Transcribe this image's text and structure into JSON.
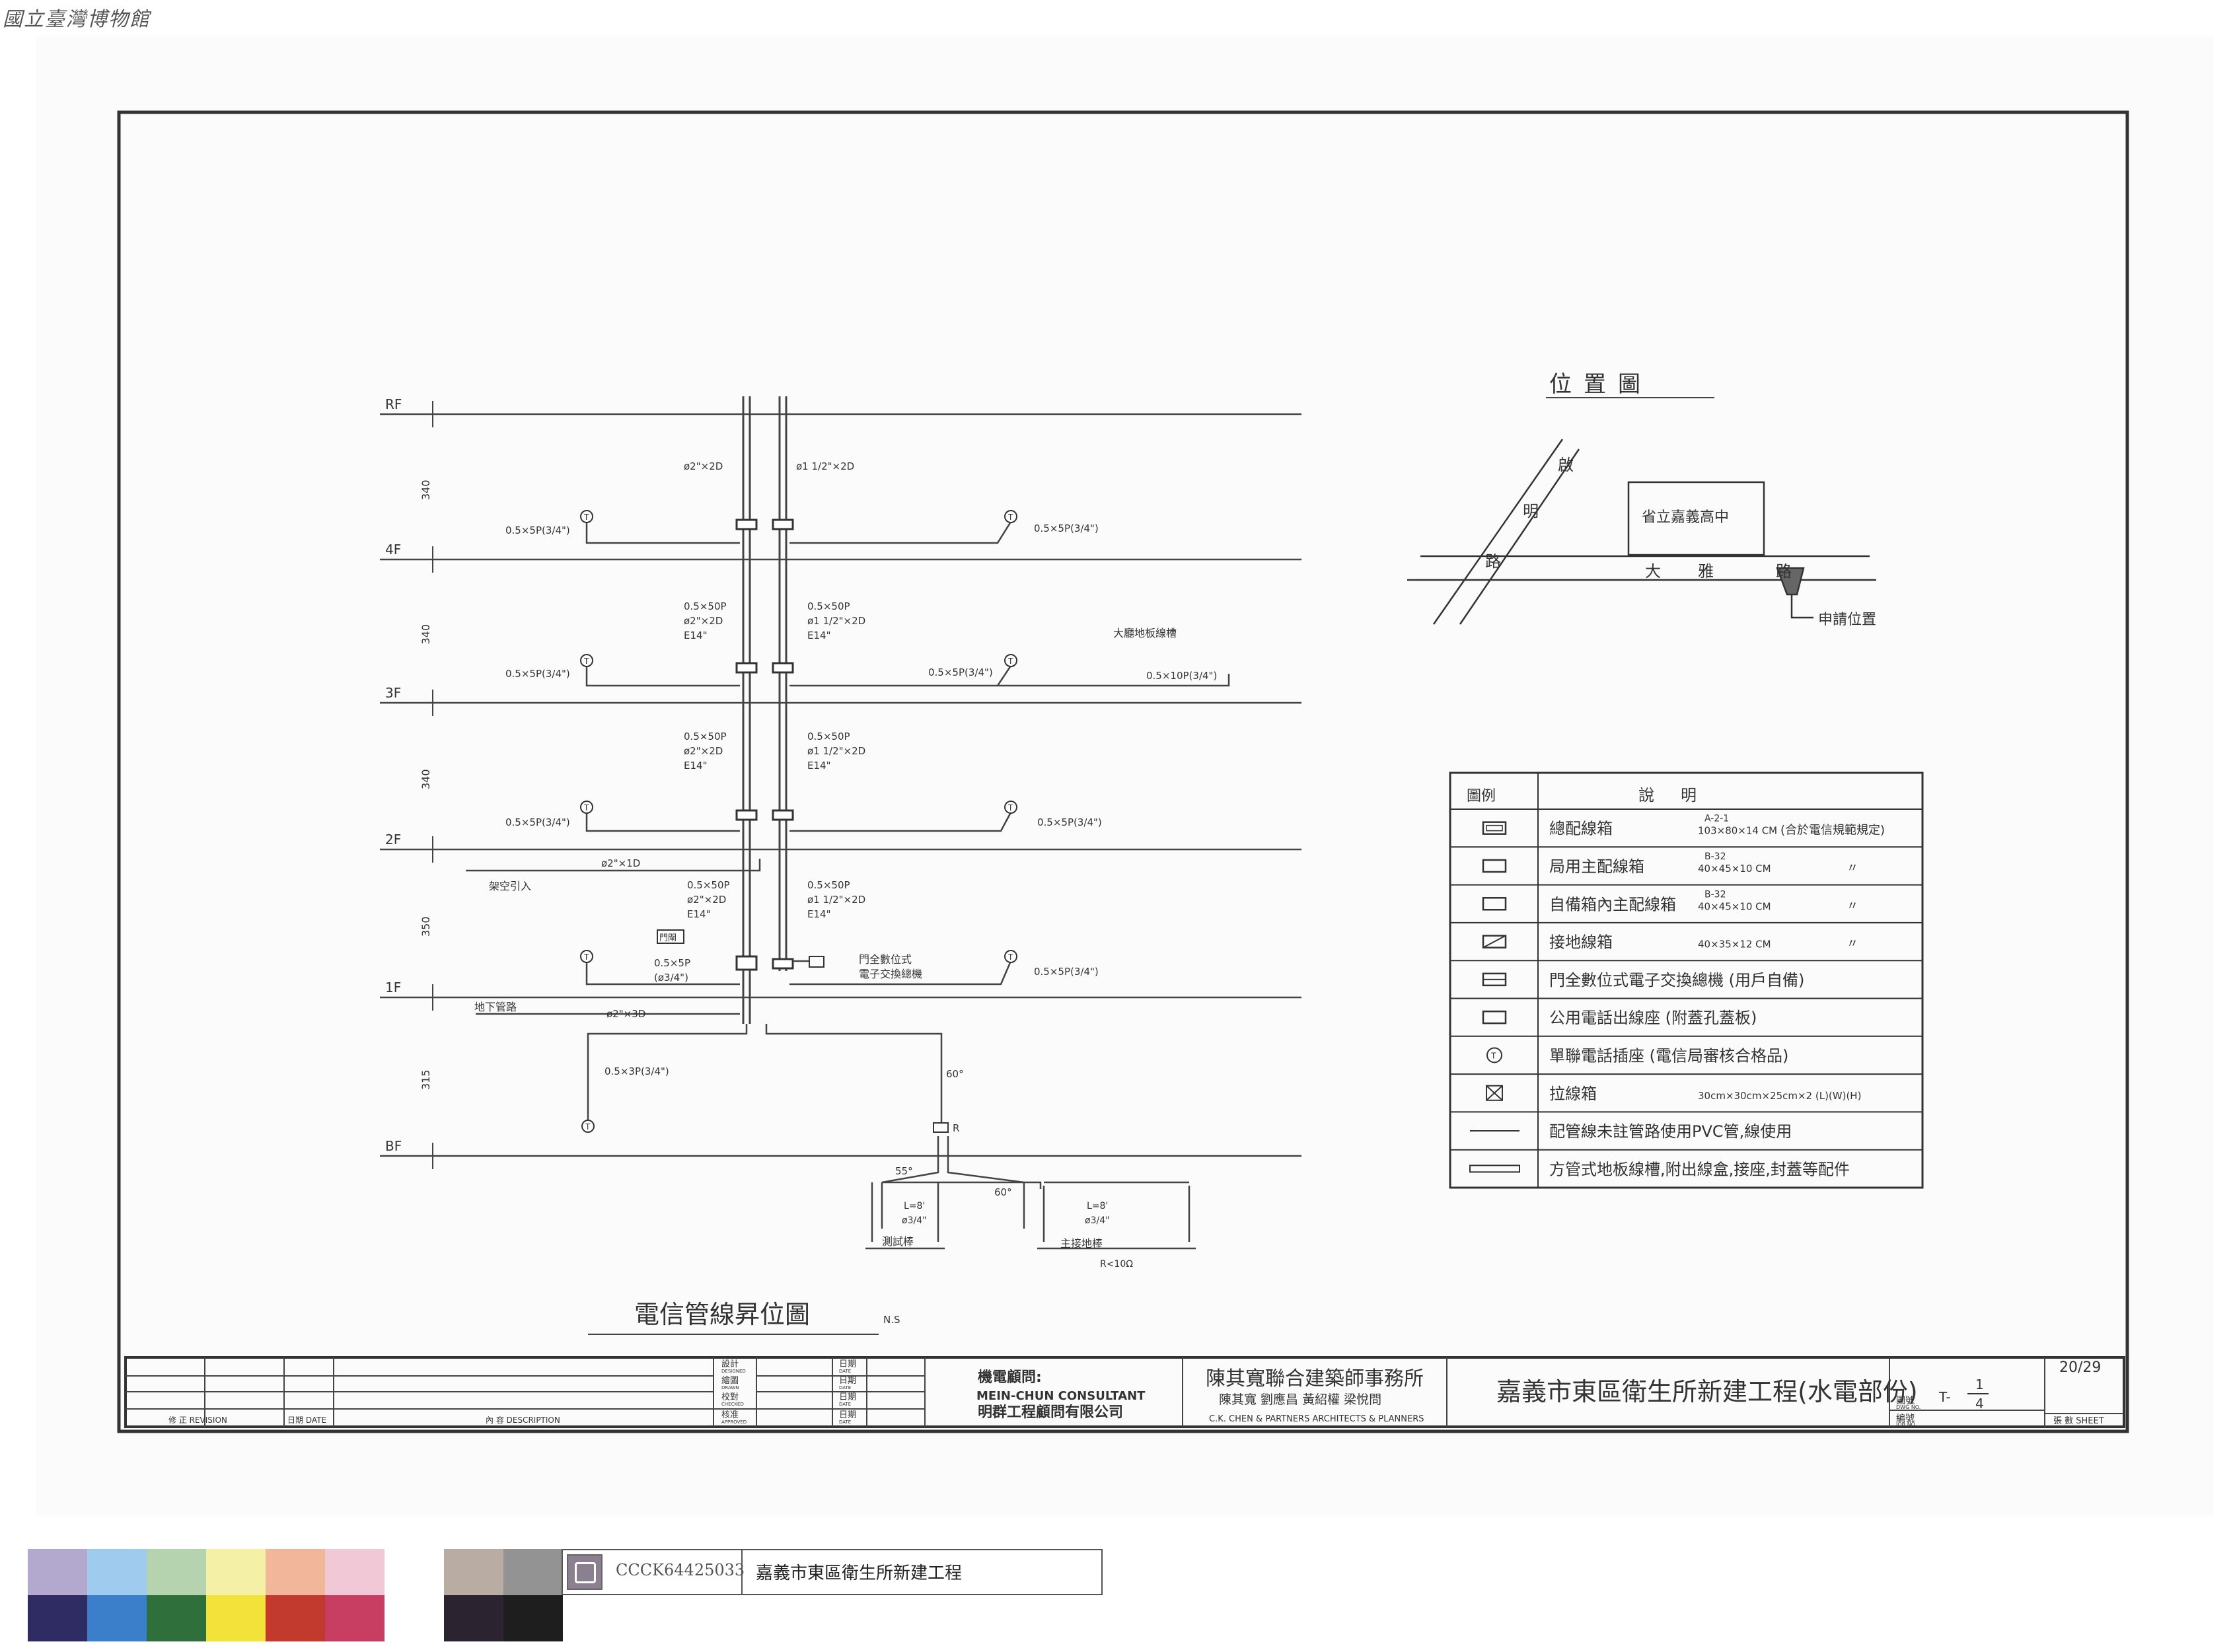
{
  "watermark": "國立臺灣博物館",
  "drawing": {
    "riser_title": "電信管線昇位圖",
    "riser_title_note": "N.S",
    "floors": [
      "RF",
      "4F",
      "3F",
      "2F",
      "1F",
      "BF"
    ],
    "heights": [
      "340",
      "340",
      "340",
      "350",
      "315"
    ],
    "conduits": {
      "rf_left": "ø2\"×2D",
      "rf_right": "ø1 1/2\"×2D",
      "f4_left_lines": [
        "0.5×50P",
        "ø2\"×2D",
        "E14\""
      ],
      "f4_right_lines": [
        "0.5×50P",
        "ø1 1/2\"×2D",
        "E14\""
      ],
      "f3_left_lines": [
        "0.5×50P",
        "ø2\"×2D",
        "E14\""
      ],
      "f3_right_lines": [
        "0.5×50P",
        "ø1 1/2\"×2D",
        "E14\""
      ],
      "f2_left_lines": [
        "0.5×50P",
        "ø2\"×2D",
        "E14\""
      ],
      "f2_right_lines": [
        "0.5×50P",
        "ø1 1/2\"×2D",
        "E14\""
      ],
      "f4_left_cable": "0.5×5P(3/4\")",
      "f4_right_cable": "0.5×5P(3/4\")",
      "f3_left_cable": "0.5×5P(3/4\")",
      "f3_mid_cable": "0.5×5P(3/4\")",
      "f3_right_cable": "0.5×10P(3/4\")",
      "f3_floor_duct": "大廳地板線槽",
      "f2_left_cable": "0.5×5P(3/4\")",
      "f2_right_cable": "0.5×5P(3/4\")",
      "entry_label": "架空引入",
      "entry_conduit": "ø2\"×1D",
      "f1_left_lines": [
        "0.5×5P",
        "(ø3/4\")"
      ],
      "f1_right_cable": "0.5×5P(3/4\")",
      "f1_switch_label": [
        "門全數位式",
        "電子交換總機"
      ],
      "f1_phone_box": "門閘",
      "underground_label": "地下管路",
      "underground_conduit": "ø2\"×3D",
      "bf_cable": "0.5×3P(3/4\")",
      "angle_60": "60°",
      "angle_55": "55°",
      "angle_60b": "60°",
      "ground_rod_1": [
        "L=8'",
        "ø3/4\""
      ],
      "ground_rod_2": [
        "L=8'",
        "ø3/4\""
      ],
      "rod_label_1": "測試棒",
      "rod_label_2": "主接地棒",
      "rod_resistance": "R<10Ω",
      "ground_tag": "R"
    },
    "location_map": {
      "title": "位置圖",
      "school": "省立嘉義高中",
      "road_labels": [
        "啟",
        "明",
        "路",
        "大",
        "雅",
        "路"
      ],
      "site": "申請位置"
    },
    "legend": {
      "header_symbol": "圖例",
      "header_desc": "說明",
      "rows": [
        {
          "desc": "總配線箱",
          "spec_top": "A-2-1",
          "spec": "103×80×14 CM",
          "note": "(合於電信規範規定)"
        },
        {
          "desc": "局用主配線箱",
          "spec_top": "B-32",
          "spec": "40×45×10 CM",
          "note": "〃"
        },
        {
          "desc": "自備箱內主配線箱",
          "spec_top": "B-32",
          "spec": "40×45×10 CM",
          "note": "〃"
        },
        {
          "desc": "接地線箱",
          "spec_top": "",
          "spec": "40×35×12 CM",
          "note": "〃"
        },
        {
          "desc": "門全數位式電子交換總機 (用戶自備)",
          "spec_top": "",
          "spec": "",
          "note": ""
        },
        {
          "desc": "公用電話出線座 (附蓋孔蓋板)",
          "spec_top": "",
          "spec": "",
          "note": ""
        },
        {
          "desc": "單聯電話插座 (電信局審核合格品)",
          "spec_top": "",
          "spec": "",
          "note": ""
        },
        {
          "desc": "拉線箱",
          "spec_top": "",
          "spec": "30cm×30cm×25cm×2 (L)(W)(H)",
          "note": ""
        },
        {
          "desc": "配管線未註管路使用PVC管,線使用",
          "spec_top": "",
          "spec": "",
          "note": ""
        },
        {
          "desc": "方管式地板線槽,附出線盒,接座,封蓋等配件",
          "spec_top": "",
          "spec": "",
          "note": ""
        }
      ]
    }
  },
  "title_block": {
    "revision_label": "修 正 REVISION",
    "date_label": "日期 DATE",
    "desc_label": "內 容 DESCRIPTION",
    "role_rows": [
      {
        "cn": "設計",
        "en": "DESIGNED"
      },
      {
        "cn": "繪圖",
        "en": "DRAWN"
      },
      {
        "cn": "校對",
        "en": "CHECKED"
      },
      {
        "cn": "核准",
        "en": "APPROVED"
      }
    ],
    "date_cell": {
      "cn": "日期",
      "en": "DATE"
    },
    "consultant_lines": [
      "機電顧問:",
      "MEIN-CHUN CONSULTANT",
      "明群工程顧問有限公司"
    ],
    "firm_name": "陳其寬聯合建築師事務所",
    "firm_people": "陳其寬  劉應昌  黃紹權  梁悅問",
    "firm_en": "C.K. CHEN & PARTNERS   ARCHITECTS & PLANNERS",
    "project": "嘉義市東區衛生所新建工程(水電部份)",
    "dwg_no_cn": "圖號",
    "dwg_no_en": "DWG NO.",
    "job_no_cn": "編號",
    "job_no_en": "JOB NO.",
    "dwg_prefix": "T-",
    "dwg_num": "1",
    "dwg_den": "4",
    "sheet_count": "20/29",
    "sheet_label": "張 數 SHEET"
  },
  "catalog": {
    "code": "CCCK64425033",
    "name": "嘉義市東區衛生所新建工程"
  },
  "color_chart": {
    "top": [
      "#b3a9cf",
      "#9ecbee",
      "#b5d3ae",
      "#f4f1a6",
      "#f2b79a",
      "#f0c8d6"
    ],
    "bottom": [
      "#2e2c63",
      "#3b7fcb",
      "#2e6f3c",
      "#f2e23a",
      "#c23a2d",
      "#c83e63"
    ],
    "gray_top": [
      "#b9ada3",
      "#939393"
    ],
    "gray_bottom": [
      "#2b2330",
      "#1e1e1e"
    ]
  }
}
